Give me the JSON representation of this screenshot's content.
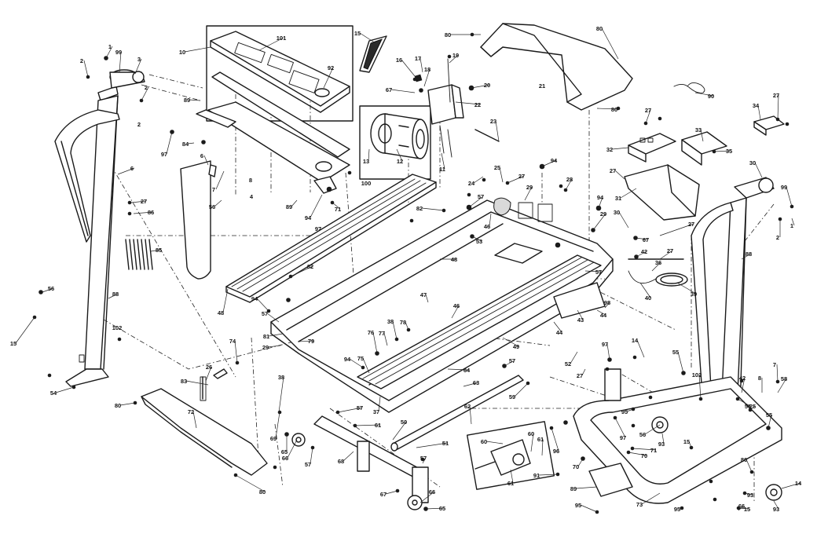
{
  "diagram": {
    "labels": [
      {
        "id": "l1",
        "text": "1"
      },
      {
        "id": "l2",
        "text": "2"
      },
      {
        "id": "l3",
        "text": "3"
      },
      {
        "id": "l99a",
        "text": "99"
      },
      {
        "id": "l2b",
        "text": "2"
      },
      {
        "id": "l2c",
        "text": "2"
      },
      {
        "id": "l6a",
        "text": "6"
      },
      {
        "id": "l27a",
        "text": "27"
      },
      {
        "id": "l86",
        "text": "86"
      },
      {
        "id": "l85",
        "text": "85"
      },
      {
        "id": "l56a",
        "text": "56"
      },
      {
        "id": "l88",
        "text": "88"
      },
      {
        "id": "l102a",
        "text": "102"
      },
      {
        "id": "l15a",
        "text": "15"
      },
      {
        "id": "l54",
        "text": "54"
      },
      {
        "id": "l101",
        "text": "101"
      },
      {
        "id": "l10",
        "text": "10"
      },
      {
        "id": "l92",
        "text": "92"
      },
      {
        "id": "l89a",
        "text": "89"
      },
      {
        "id": "l84",
        "text": "84"
      },
      {
        "id": "l97a",
        "text": "97"
      },
      {
        "id": "l6b",
        "text": "6"
      },
      {
        "id": "l7",
        "text": "7"
      },
      {
        "id": "l8",
        "text": "8"
      },
      {
        "id": "l4",
        "text": "4"
      },
      {
        "id": "l56b",
        "text": "56"
      },
      {
        "id": "l89b",
        "text": "89"
      },
      {
        "id": "l94a",
        "text": "94"
      },
      {
        "id": "l97b",
        "text": "97"
      },
      {
        "id": "l71a",
        "text": "71"
      },
      {
        "id": "l15b",
        "text": "15"
      },
      {
        "id": "l16",
        "text": "16"
      },
      {
        "id": "l17",
        "text": "17"
      },
      {
        "id": "l18",
        "text": "18"
      },
      {
        "id": "l19",
        "text": "19"
      },
      {
        "id": "l20",
        "text": "20"
      },
      {
        "id": "l67a",
        "text": "67"
      },
      {
        "id": "l22",
        "text": "22"
      },
      {
        "id": "l23",
        "text": "23"
      },
      {
        "id": "l13",
        "text": "13"
      },
      {
        "id": "l12",
        "text": "12"
      },
      {
        "id": "l11",
        "text": "11"
      },
      {
        "id": "l100",
        "text": "100"
      },
      {
        "id": "l80a",
        "text": "80"
      },
      {
        "id": "l80b",
        "text": "80"
      },
      {
        "id": "l21",
        "text": "21"
      },
      {
        "id": "l80c",
        "text": "80"
      },
      {
        "id": "l90",
        "text": "90"
      },
      {
        "id": "l27b",
        "text": "27"
      },
      {
        "id": "l33",
        "text": "33"
      },
      {
        "id": "l34",
        "text": "34"
      },
      {
        "id": "l27c",
        "text": "27"
      },
      {
        "id": "l32",
        "text": "32"
      },
      {
        "id": "l35",
        "text": "35"
      },
      {
        "id": "l27d",
        "text": "27"
      },
      {
        "id": "l31",
        "text": "31"
      },
      {
        "id": "l30a",
        "text": "30"
      },
      {
        "id": "l99b",
        "text": "99"
      },
      {
        "id": "l1b",
        "text": "1"
      },
      {
        "id": "l2d",
        "text": "2"
      },
      {
        "id": "l88b",
        "text": "88"
      },
      {
        "id": "l24",
        "text": "24"
      },
      {
        "id": "l25",
        "text": "25"
      },
      {
        "id": "l27e",
        "text": "27"
      },
      {
        "id": "l94b",
        "text": "94"
      },
      {
        "id": "l28",
        "text": "28"
      },
      {
        "id": "l29a",
        "text": "29"
      },
      {
        "id": "l82a",
        "text": "82"
      },
      {
        "id": "l57a",
        "text": "57"
      },
      {
        "id": "l46a",
        "text": "46"
      },
      {
        "id": "l53",
        "text": "53"
      },
      {
        "id": "l94c",
        "text": "94"
      },
      {
        "id": "l29b",
        "text": "29"
      },
      {
        "id": "l30b",
        "text": "30"
      },
      {
        "id": "l67b",
        "text": "67"
      },
      {
        "id": "l27f",
        "text": "27"
      },
      {
        "id": "l42a",
        "text": "42"
      },
      {
        "id": "l27g",
        "text": "27"
      },
      {
        "id": "l36",
        "text": "36"
      },
      {
        "id": "l48a",
        "text": "48"
      },
      {
        "id": "l82b",
        "text": "82"
      },
      {
        "id": "l48b",
        "text": "48"
      },
      {
        "id": "l57b",
        "text": "57"
      },
      {
        "id": "l40",
        "text": "40"
      },
      {
        "id": "l39",
        "text": "39"
      },
      {
        "id": "l98",
        "text": "98"
      },
      {
        "id": "l44a",
        "text": "44"
      },
      {
        "id": "l43",
        "text": "43"
      },
      {
        "id": "l44b",
        "text": "44"
      },
      {
        "id": "l47",
        "text": "47"
      },
      {
        "id": "l46b",
        "text": "46"
      },
      {
        "id": "l49",
        "text": "49"
      },
      {
        "id": "l94d",
        "text": "94"
      },
      {
        "id": "l57c",
        "text": "57"
      },
      {
        "id": "l81",
        "text": "81"
      },
      {
        "id": "l29c",
        "text": "29"
      },
      {
        "id": "l79",
        "text": "79"
      },
      {
        "id": "l74",
        "text": "74"
      },
      {
        "id": "l26",
        "text": "26"
      },
      {
        "id": "l76",
        "text": "76"
      },
      {
        "id": "l77",
        "text": "77"
      },
      {
        "id": "l38a",
        "text": "38"
      },
      {
        "id": "l78",
        "text": "78"
      },
      {
        "id": "l94e",
        "text": "94"
      },
      {
        "id": "l75",
        "text": "75"
      },
      {
        "id": "l37",
        "text": "37"
      },
      {
        "id": "l64",
        "text": "64"
      },
      {
        "id": "l63",
        "text": "63"
      },
      {
        "id": "l57d",
        "text": "57"
      },
      {
        "id": "l14a",
        "text": "14"
      },
      {
        "id": "l52",
        "text": "52"
      },
      {
        "id": "l27h",
        "text": "27"
      },
      {
        "id": "l97c",
        "text": "97"
      },
      {
        "id": "l55a",
        "text": "55"
      },
      {
        "id": "l102b",
        "text": "102"
      },
      {
        "id": "l42b",
        "text": "42"
      },
      {
        "id": "l8b",
        "text": "8"
      },
      {
        "id": "l7b",
        "text": "7"
      },
      {
        "id": "l58",
        "text": "58"
      },
      {
        "id": "l25b",
        "text": "25"
      },
      {
        "id": "l83",
        "text": "83"
      },
      {
        "id": "l38b",
        "text": "38"
      },
      {
        "id": "l72",
        "text": "72"
      },
      {
        "id": "l80d",
        "text": "80"
      },
      {
        "id": "l69",
        "text": "69"
      },
      {
        "id": "l62",
        "text": "62"
      },
      {
        "id": "l59a",
        "text": "59"
      },
      {
        "id": "l57e",
        "text": "57"
      },
      {
        "id": "l61a",
        "text": "61"
      },
      {
        "id": "l50",
        "text": "50"
      },
      {
        "id": "l51",
        "text": "51"
      },
      {
        "id": "l65a",
        "text": "65"
      },
      {
        "id": "l66a",
        "text": "66"
      },
      {
        "id": "l57f",
        "text": "57"
      },
      {
        "id": "l68",
        "text": "68"
      },
      {
        "id": "l57g",
        "text": "57"
      },
      {
        "id": "l80e",
        "text": "80"
      },
      {
        "id": "l60a",
        "text": "60"
      },
      {
        "id": "l60b",
        "text": "60"
      },
      {
        "id": "l61b",
        "text": "61"
      },
      {
        "id": "l61c",
        "text": "61"
      },
      {
        "id": "l96",
        "text": "96"
      },
      {
        "id": "l70a",
        "text": "70"
      },
      {
        "id": "l91",
        "text": "91"
      },
      {
        "id": "l95a",
        "text": "95"
      },
      {
        "id": "l56c",
        "text": "56"
      },
      {
        "id": "l93a",
        "text": "93"
      },
      {
        "id": "l97d",
        "text": "97"
      },
      {
        "id": "l71b",
        "text": "71"
      },
      {
        "id": "l70b",
        "text": "70"
      },
      {
        "id": "l15c",
        "text": "15"
      },
      {
        "id": "l55b",
        "text": "55"
      },
      {
        "id": "l56d",
        "text": "56"
      },
      {
        "id": "l89c",
        "text": "89"
      },
      {
        "id": "l95b",
        "text": "95"
      },
      {
        "id": "l73",
        "text": "73"
      },
      {
        "id": "l95c",
        "text": "95"
      },
      {
        "id": "l67c",
        "text": "67"
      },
      {
        "id": "l66b",
        "text": "66"
      },
      {
        "id": "l65b",
        "text": "65"
      },
      {
        "id": "l86b",
        "text": "86"
      },
      {
        "id": "l93b",
        "text": "93"
      },
      {
        "id": "l14b",
        "text": "14"
      },
      {
        "id": "l15d",
        "text": "15"
      },
      {
        "id": "l66c",
        "text": "66"
      },
      {
        "id": "l93c",
        "text": "93"
      }
    ]
  }
}
